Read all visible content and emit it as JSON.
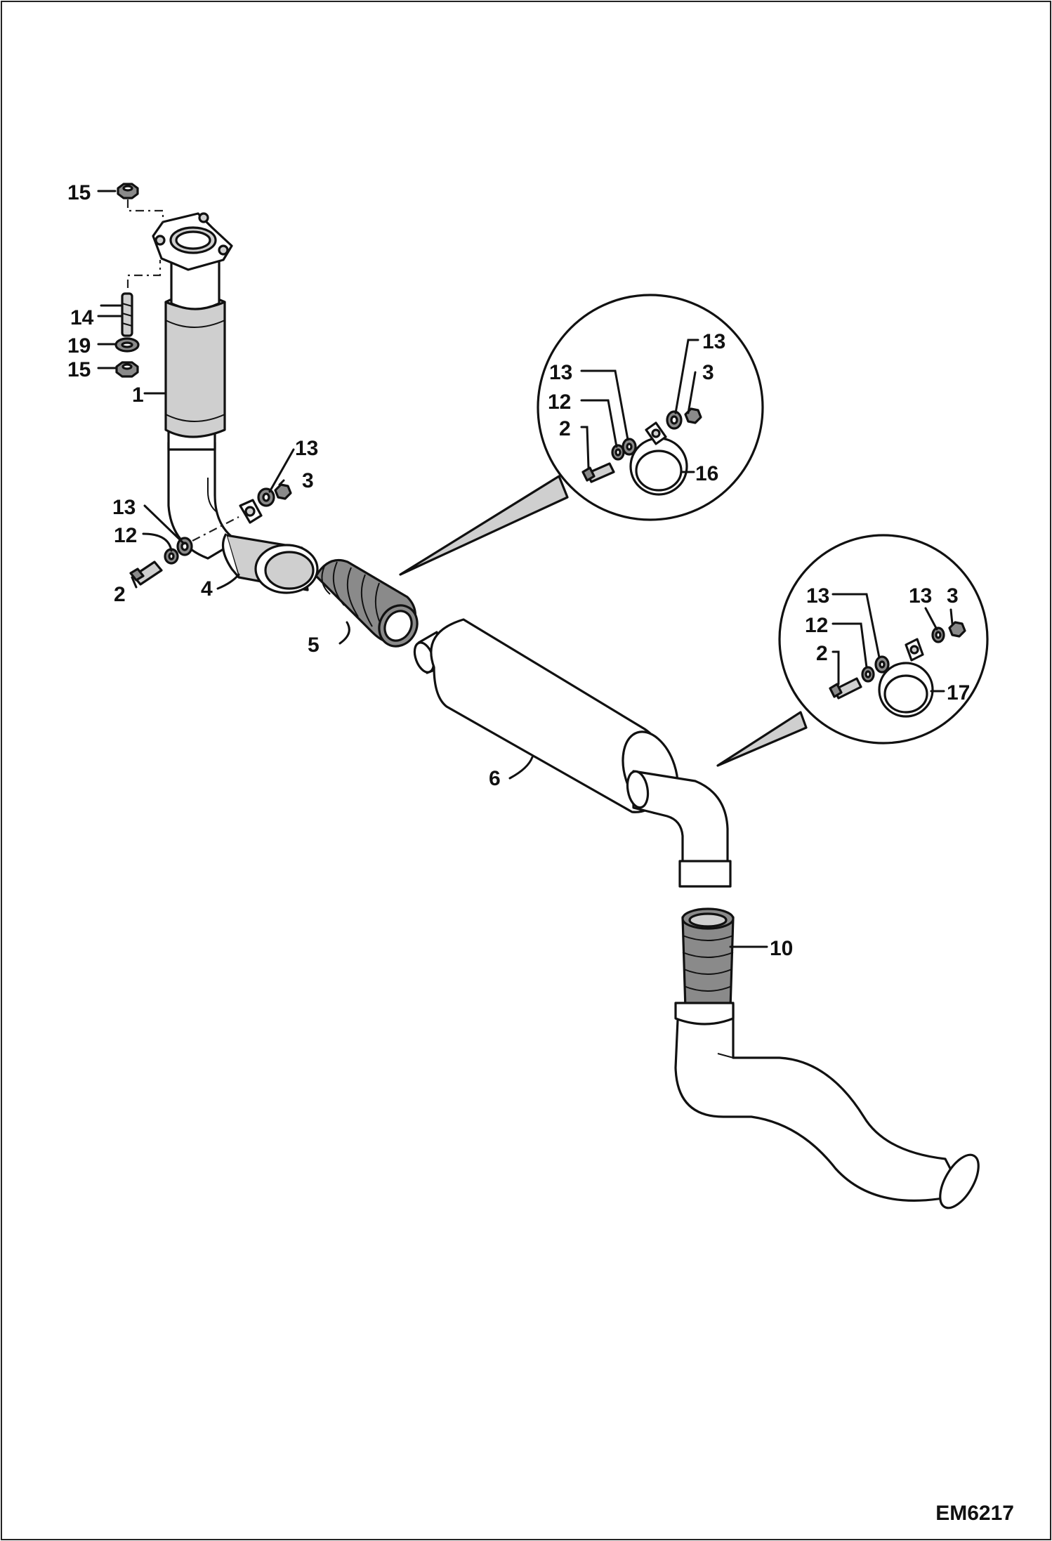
{
  "drawing_code": "EM6217",
  "callouts": {
    "c15a": "15",
    "c14": "14",
    "c19": "19",
    "c15b": "15",
    "c1": "1",
    "c13a": "13",
    "c3a": "3",
    "c13b": "13",
    "c12a": "12",
    "c2a": "2",
    "c4": "4",
    "c5": "5",
    "c6": "6",
    "c10": "10",
    "d1_13a": "13",
    "d1_13b": "13",
    "d1_12": "12",
    "d1_2": "2",
    "d1_3": "3",
    "d1_16": "16",
    "d2_13a": "13",
    "d2_13b": "13",
    "d2_12": "12",
    "d2_2": "2",
    "d2_3": "3",
    "d2_17": "17"
  }
}
